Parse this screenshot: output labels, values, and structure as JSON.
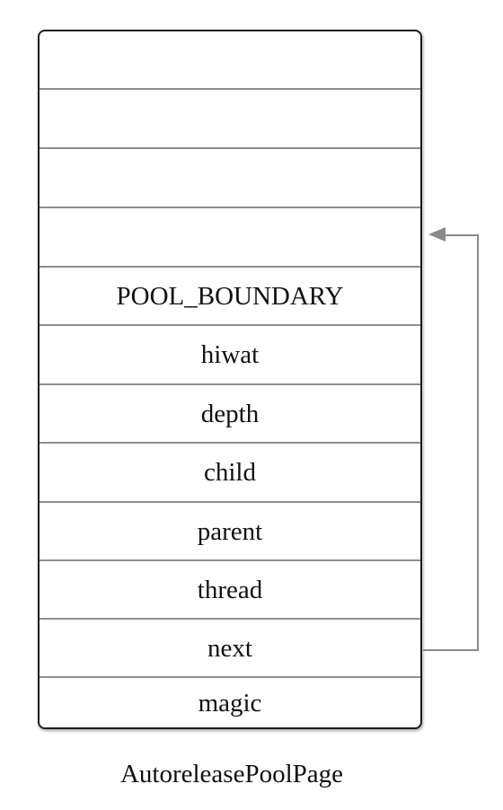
{
  "diagram": {
    "slots": [
      {
        "id": "empty-1",
        "label": ""
      },
      {
        "id": "empty-2",
        "label": ""
      },
      {
        "id": "empty-3",
        "label": ""
      },
      {
        "id": "empty-4",
        "label": ""
      },
      {
        "id": "pool-boundary",
        "label": "POOL_BOUNDARY"
      },
      {
        "id": "hiwat",
        "label": "hiwat"
      },
      {
        "id": "depth",
        "label": "depth"
      },
      {
        "id": "child",
        "label": "child"
      },
      {
        "id": "parent",
        "label": "parent"
      },
      {
        "id": "thread",
        "label": "thread"
      },
      {
        "id": "next",
        "label": "next"
      },
      {
        "id": "magic",
        "label": "magic"
      }
    ],
    "caption": "AutoreleasePoolPage",
    "arrow": {
      "from": "next",
      "to": "empty-4"
    },
    "colors": {
      "border": "#1e1e1e",
      "divider": "#8e8e8e",
      "arrow": "#8a8a8a",
      "text": "#111111"
    }
  }
}
